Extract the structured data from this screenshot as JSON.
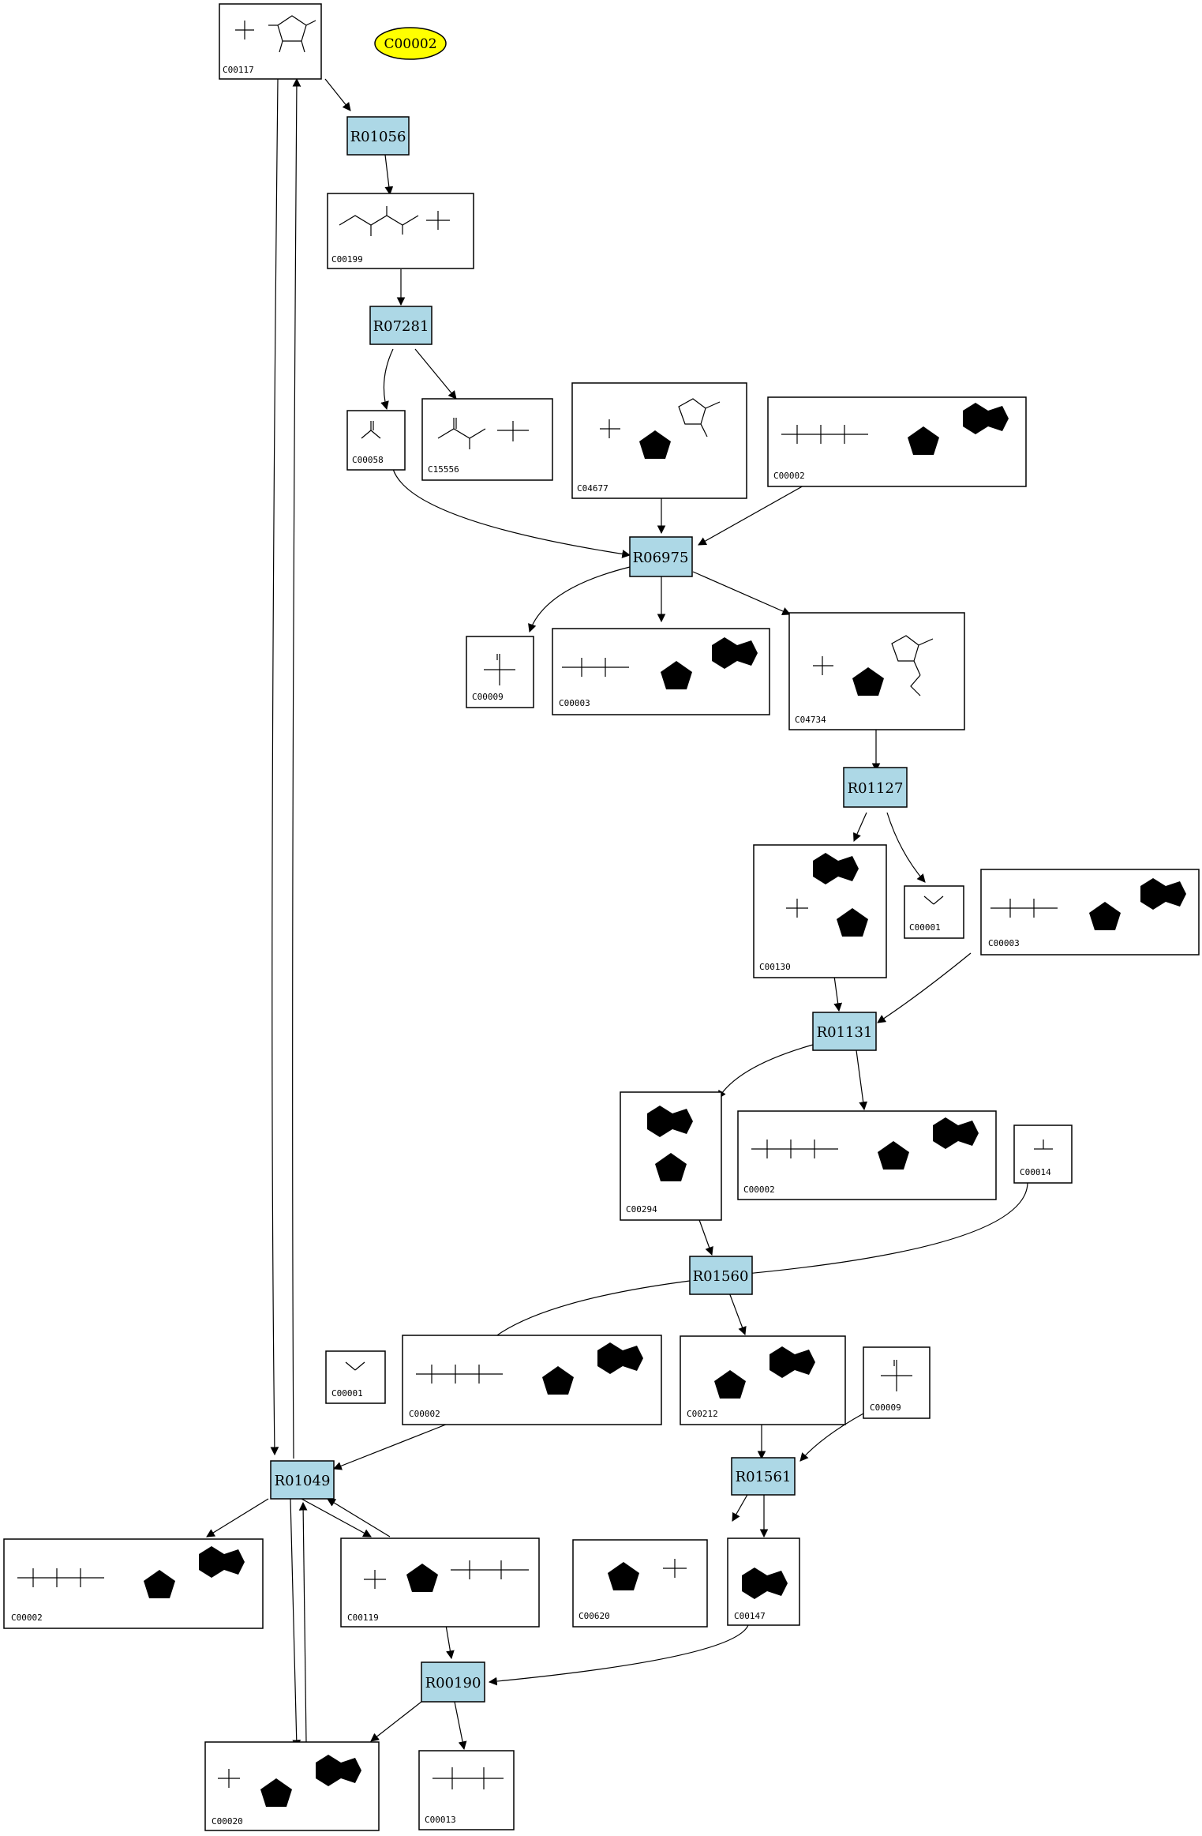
{
  "legend": {
    "label": "C00002",
    "color": "#ffff00"
  },
  "colors": {
    "reaction_fill": "#add8e6",
    "compound_fill": "#ffffff",
    "line": "#000000"
  },
  "reactions": [
    {
      "id": "R01056"
    },
    {
      "id": "R07281"
    },
    {
      "id": "R06975"
    },
    {
      "id": "R01127"
    },
    {
      "id": "R01131"
    },
    {
      "id": "R01560"
    },
    {
      "id": "R01049"
    },
    {
      "id": "R01561"
    },
    {
      "id": "R00190"
    }
  ],
  "compounds": [
    {
      "id": "C00117",
      "structure": "ribose-phosphate"
    },
    {
      "id": "C00199",
      "structure": "ribulose-phosphate"
    },
    {
      "id": "C00058",
      "structure": "formate"
    },
    {
      "id": "C15556",
      "structure": "hydroxyacetone-phosphate"
    },
    {
      "id": "C04677",
      "structure": "nucleotide-phosphate"
    },
    {
      "id": "C00002",
      "structure": "nucleotide-triphosphate"
    },
    {
      "id": "C00009",
      "structure": "phosphate"
    },
    {
      "id": "C00003",
      "structure": "nucleotide-diphosphate"
    },
    {
      "id": "C04734",
      "structure": "nucleotide-phosphate"
    },
    {
      "id": "C00001",
      "structure": "water"
    },
    {
      "id": "C00130",
      "structure": "nucleotide-phosphate"
    },
    {
      "id": "C00003",
      "structure": "nucleotide-diphosphate"
    },
    {
      "id": "C00294",
      "structure": "nucleoside"
    },
    {
      "id": "C00002",
      "structure": "nucleotide-triphosphate"
    },
    {
      "id": "C00014",
      "structure": "ammonia"
    },
    {
      "id": "C00001",
      "structure": "water"
    },
    {
      "id": "C00002",
      "structure": "nucleotide-triphosphate"
    },
    {
      "id": "C00212",
      "structure": "nucleoside"
    },
    {
      "id": "C00009",
      "structure": "phosphate"
    },
    {
      "id": "C00002",
      "structure": "nucleotide-triphosphate"
    },
    {
      "id": "C00119",
      "structure": "ribose-triphosphate"
    },
    {
      "id": "C00620",
      "structure": "ribose-phosphate"
    },
    {
      "id": "C00147",
      "structure": "purine-base"
    },
    {
      "id": "C00020",
      "structure": "nucleotide-phosphate"
    },
    {
      "id": "C00013",
      "structure": "pyrophosphate"
    }
  ]
}
